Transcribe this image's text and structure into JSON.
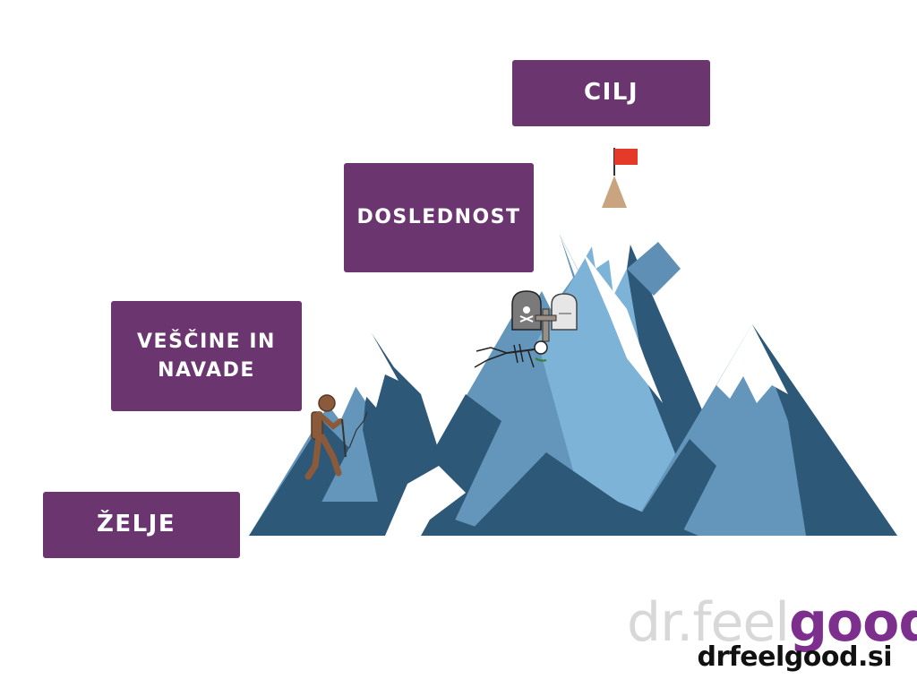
{
  "labels": {
    "cilj": "CILJ",
    "doslednost": "DOSLEDNOST",
    "vescine_line1": "VEŠČINE IN",
    "vescine_line2": "NAVADE",
    "zelje": "ŽELJE"
  },
  "logo": {
    "dr_part": "dr.feel",
    "good_part": "good",
    "url": "drfeelgood.si"
  },
  "colors": {
    "label_bg": "#6b3570",
    "label_text": "#ffffff",
    "mountain_dark": "#2e5878",
    "mountain_mid": "#5f8fb4",
    "mountain_light": "#7eb3d8",
    "snow": "#ffffff",
    "flag": "#e5392a",
    "climber": "#8a5a3b",
    "logo_accent": "#7d2f8e"
  },
  "icons": [
    "flag-icon",
    "climber-icon",
    "tombstone-skull-icon",
    "tombstone-rip-icon",
    "skeleton-icon",
    "cross-icon"
  ]
}
